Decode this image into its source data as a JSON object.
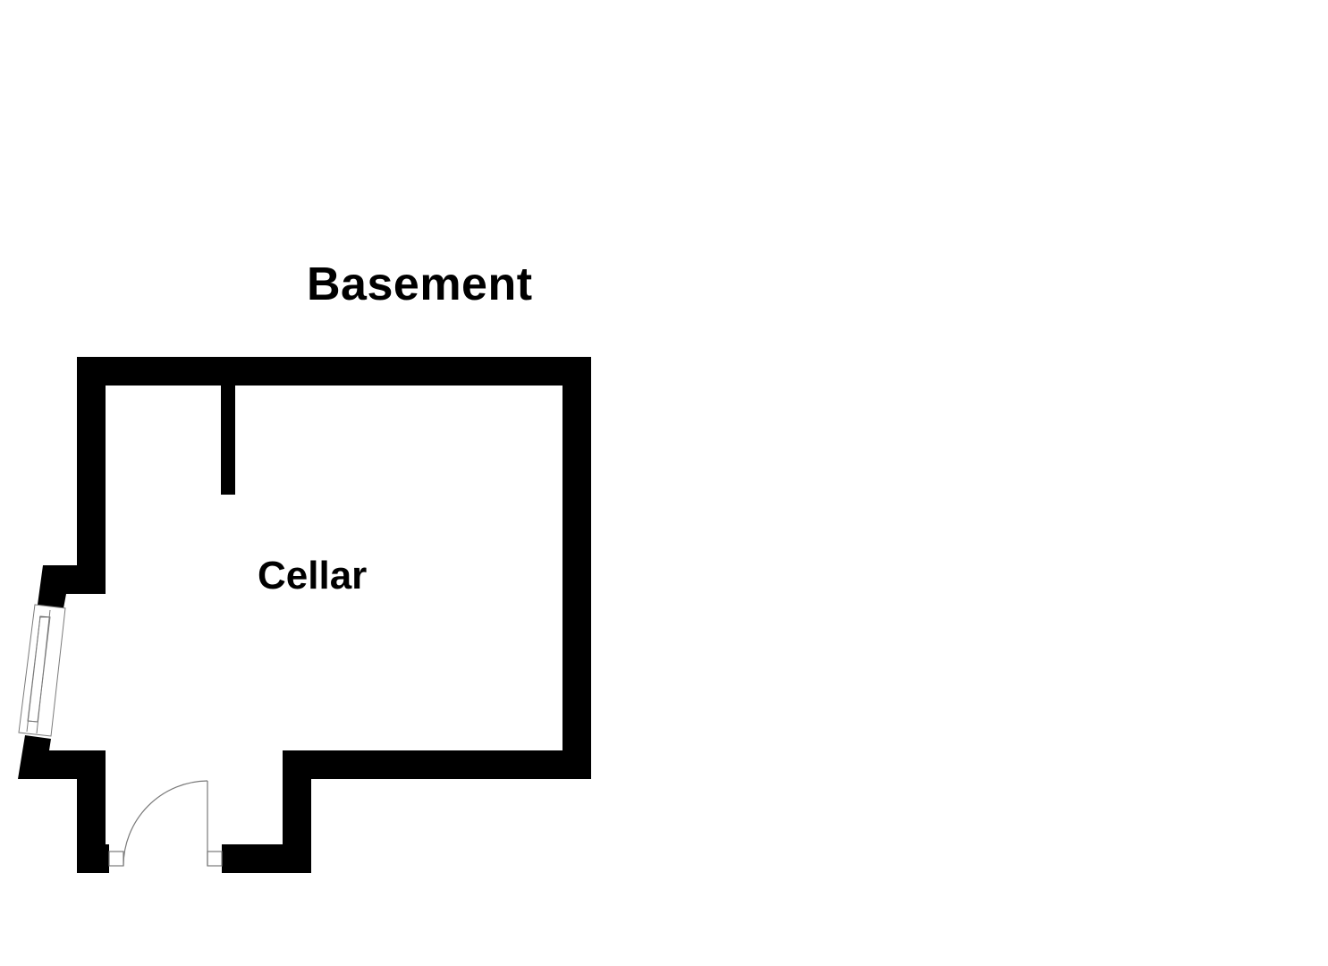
{
  "floor_plan": {
    "floor_title": "Basement",
    "rooms": [
      {
        "name": "Cellar"
      }
    ],
    "colors": {
      "wall": "#000000",
      "background": "#ffffff",
      "fixture_line": "#808080"
    },
    "fixtures": [
      {
        "type": "window",
        "location": "west wall"
      },
      {
        "type": "door",
        "location": "south wall",
        "swing": "inward"
      }
    ]
  }
}
